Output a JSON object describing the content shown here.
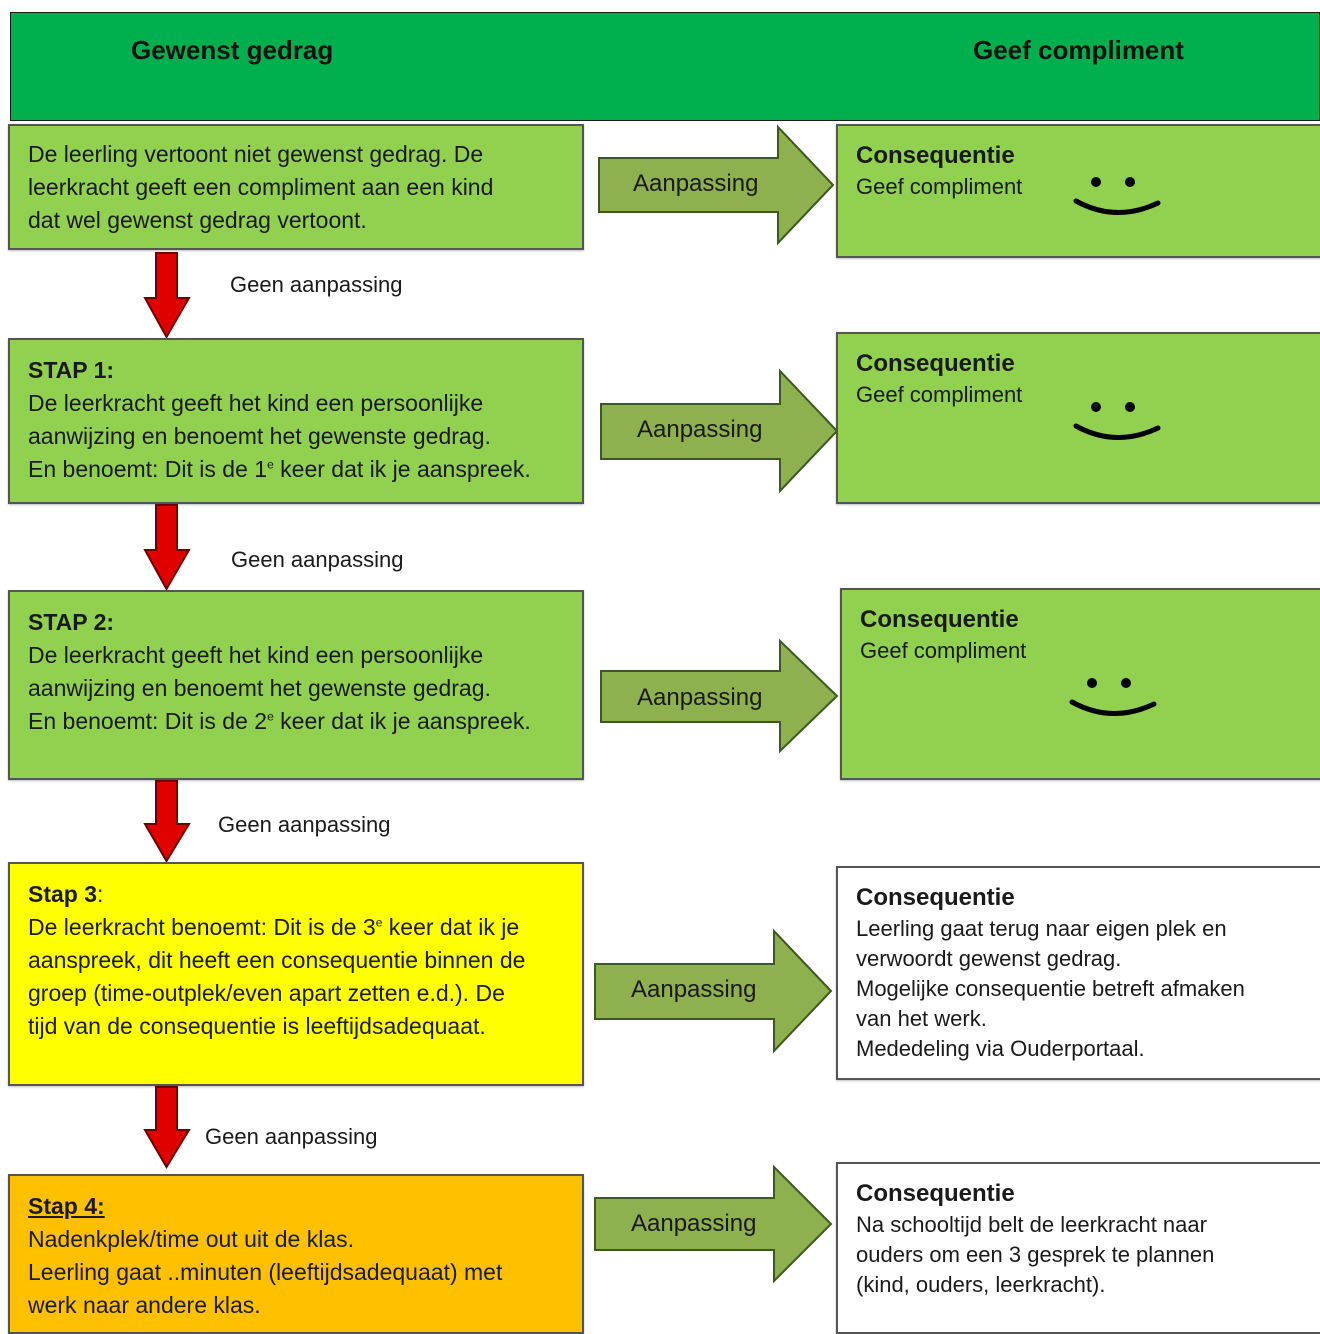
{
  "header": {
    "left_title": "Gewenst gedrag",
    "right_title": "Geef compliment",
    "color": "#00b04f"
  },
  "colors": {
    "green": "#92d050",
    "yellow": "#ffff00",
    "orange": "#ffc000",
    "red_arrow": "#e00000",
    "green_arrow": "#8eb04f"
  },
  "row0": {
    "lines": [
      "De leerling vertoont niet gewenst gedrag.  De",
      "leerkracht geeft een compliment aan een kind",
      "dat wel gewenst gedrag vertoont."
    ],
    "arrow_label": "Aanpassing",
    "cons_title": "Consequentie",
    "cons_text": "Geef compliment",
    "smiley": "smiley-icon"
  },
  "down_label": "Geen aanpassing",
  "row1": {
    "title": "STAP 1:",
    "line1": "De leerkracht geeft het kind een persoonlijke",
    "line2": "aanwijzing en benoemt het gewenste gedrag.",
    "line3_pre": "En benoemt: Dit is de 1",
    "line3_sup": "e",
    "line3_post": " keer dat ik je aanspreek.",
    "arrow_label": "Aanpassing",
    "cons_title": "Consequentie",
    "cons_text": "Geef compliment"
  },
  "row2": {
    "title": "STAP 2:",
    "line1": "De leerkracht geeft het kind een persoonlijke",
    "line2": "aanwijzing en benoemt het gewenste gedrag.",
    "line3_pre": "En benoemt: Dit is de 2",
    "line3_sup": "e",
    "line3_post": " keer dat ik je aanspreek.",
    "arrow_label": "Aanpassing",
    "cons_title": "Consequentie",
    "cons_text": "Geef compliment"
  },
  "row3": {
    "title": "Stap 3",
    "title_colon": ":",
    "line1_pre": "De leerkracht benoemt: Dit is de 3",
    "line1_sup": "e",
    "line1_post": " keer dat ik je",
    "line2": "aanspreek, dit heeft een consequentie binnen de",
    "line3": "groep (time-outplek/even apart zetten e.d.). De",
    "line4": "tijd van de consequentie is leeftijdsadequaat.",
    "arrow_label": "Aanpassing",
    "cons_title": "Consequentie",
    "cons_lines": [
      "Leerling gaat terug naar eigen plek en",
      "verwoordt gewenst gedrag.",
      "Mogelijke consequentie betreft afmaken",
      "van het werk.",
      "Mededeling via Ouderportaal."
    ]
  },
  "row4": {
    "title": "Stap 4:",
    "line1": "Nadenkplek/time out uit de klas.",
    "line2": "Leerling gaat ..minuten (leeftijdsadequaat) met",
    "line3": "werk naar andere klas.",
    "arrow_label": "Aanpassing",
    "cons_title": "Consequentie",
    "cons_lines": [
      "Na schooltijd belt de leerkracht naar",
      "ouders om een 3 gesprek te plannen",
      "(kind, ouders, leerkracht)."
    ]
  }
}
